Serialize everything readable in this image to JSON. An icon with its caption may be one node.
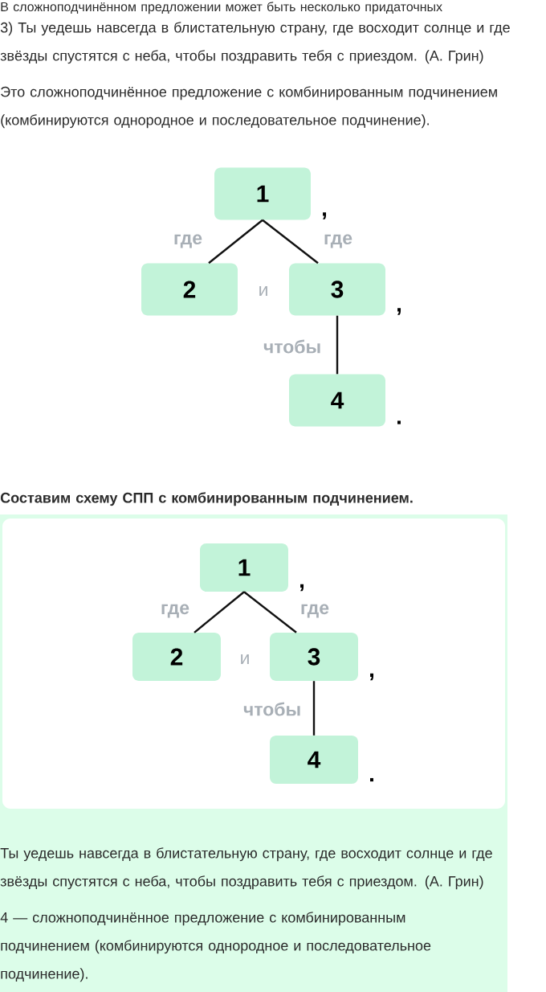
{
  "diagram": {
    "nodes": [
      {
        "text": [
          "1"
        ],
        "beside": [
          ","
        ]
      },
      {
        "text": [
          "2"
        ]
      },
      {
        "text": [
          "3"
        ],
        "beside": [
          ","
        ]
      },
      {
        "text": [
          "4"
        ],
        "beside": [
          "."
        ]
      },
      {
        "text": [
          "1"
        ],
        "beside": [
          ","
        ]
      },
      {
        "text": [
          "2"
        ]
      },
      {
        "text": [
          "3"
        ],
        "beside": [
          ","
        ]
      },
      {
        "text": [
          "4"
        ],
        "beside": [
          "."
        ]
      }
    ],
    "edges": [
      {
        "from": 0,
        "to": 1,
        "arrow": "none",
        "label": "где"
      },
      {
        "from": 0,
        "to": 2,
        "arrow": "none",
        "label": "где"
      },
      {
        "from": 2,
        "to": 3,
        "arrow": "none",
        "label": "чтобы"
      },
      {
        "from": 4,
        "to": 5,
        "arrow": "none",
        "label": "где"
      },
      {
        "from": 4,
        "to": 6,
        "arrow": "none",
        "label": "где"
      },
      {
        "from": 6,
        "to": 7,
        "arrow": "none",
        "label": "чтобы"
      }
    ],
    "labels": [
      "В сложноподчинённом предложении может быть несколько придаточных",
      "3) Ты уедешь навсегда в блистательную страну, где восходит солнце и где звёзды спустятся с неба, чтобы поздравить тебя с приездом. (А. Грин)",
      "Это сложноподчинённое предложение с комбинированным подчинением (комбинируются однородное и последовательное подчинение).",
      "и",
      "Составим схему СПП с комбинированным подчинением.",
      "и",
      "Ты уедешь навсегда в блистательную страну, где восходит солнце и где звёзды спустятся с неба, чтобы поздравить тебя с приездом. (А. Грин)",
      "4 — сложноподчинённое предложение с комбинированным подчинением (комбинируются однородное и последовательное подчинение)."
    ]
  }
}
